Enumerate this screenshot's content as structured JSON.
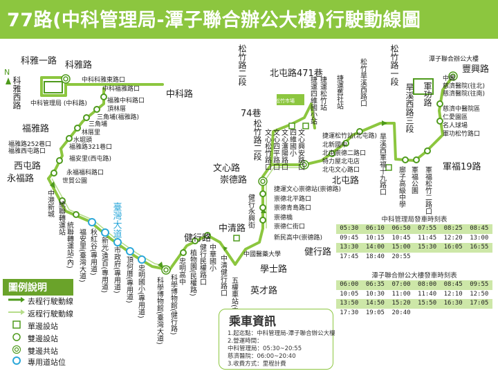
{
  "header": {
    "title": "77路(中科管理局-潭子聯合辦公大樓)行駛動線圖"
  },
  "compass": "N",
  "roads": {
    "keya_1": "科雅一路",
    "keya_road": "科雅路",
    "keya_west": "科雅西路",
    "zhongke": "中科路",
    "fuya": "福雅路",
    "xitun": "西屯路",
    "yongfu": "永福路",
    "taiwan_blvd": "臺灣大道",
    "zhongqing": "中清路",
    "jianxing": "健行路",
    "xueshi": "學士路",
    "yingcai": "英才路",
    "wenxin": "文心路",
    "chongde": "崇德路",
    "beitun": "北屯路",
    "beitun471": "北屯路471巷",
    "songzhu_2a": "松竹路二段",
    "lane74": "74巷",
    "songzhu_2b": "松竹路二段",
    "songzhu_1": "松竹路一段",
    "hanxi_3": "旱溪西路三段",
    "jungong": "軍功路",
    "fengxing": "豐興路",
    "junfu19": "軍福19路",
    "jianxing2": "健行路",
    "songzhu_market": "松竹市場"
  },
  "stops": {
    "s01": "中科管理局\n(中科路)",
    "s02": "中科科雅東路口",
    "s03": "中科福雅路口",
    "s04": "福雅中科路口",
    "s05": "頂林厝",
    "s06": "三角埔(福雅路)",
    "s07": "三角埔",
    "s08": "林厝里",
    "s09": "水堀頭",
    "s10": "福雅路252巷口",
    "s11": "福雅路321巷口",
    "s12": "福雅西屯路口",
    "s13": "福安里(西屯路)",
    "s14": "永福福科路口",
    "s15": "世貿公園",
    "s16": "中港新城",
    "s17": "統聯轉運站",
    "s18": "統聯轉運站(內)",
    "s19": "福安里(臺灣大道)",
    "s20": "秋紅谷(專用道)",
    "s21": "新光/遠百(專用道)",
    "s22": "市政府(專用道)",
    "s23": "頂何厝(專用道)",
    "s24": "忠明國小(專用道)",
    "s25": "科學博物館(臺灣大道)",
    "s26": "科學博物館(健行路)",
    "s27": "忠明高中",
    "s28": "植物園(民權路)",
    "s29": "健行民權路口",
    "s30": "中華國小",
    "s31": "中清健行路口",
    "s32": "中國醫藥大學",
    "s33": "五權車站(中清路)",
    "s34": "新民高中(崇德路)",
    "s35": "崇德仁街口",
    "s36": "崇德橋",
    "s37": "崇德青島路口",
    "s38": "崇德北平路口",
    "s39": "捷運文心崇德站(崇德路)",
    "s40": "健行永興街",
    "s41": "北屯文心路口",
    "s42": "特力屋北屯店",
    "s43": "北屯崇德二路口",
    "s44": "北新國中",
    "s45": "捷運松竹站(北屯路)",
    "s46": "文心松竹路口",
    "s47": "文心四平路口",
    "s48": "文心瀋陽路口",
    "s49": "四維國小",
    "s50": "文心興安路口",
    "s51": "捷運四維國小站",
    "s52": "捷運舊社站",
    "s53": "松竹旱溪西路口",
    "s54": "旱溪西軍福十九路口",
    "s55": "廍子高級中學",
    "s56": "軍福公園",
    "s57": "軍福松竹二路口",
    "s58": "軍功松竹路口",
    "s59": "仁愛園區",
    "s60": "名人球場",
    "s61": "慈濟中醫院區",
    "s62": "慈濟醫院(往北)",
    "s63": "慈濟醫院(往南)",
    "s64": "中興",
    "s65": "潭子聯合辦公大樓",
    "s66": "捷運松竹站(北屯路)",
    "s67": "松竹市場",
    "s68": "捷運松竹站"
  },
  "timetable_a": {
    "title": "中科管理局發車時刻表",
    "rows": [
      [
        "05:30",
        "06:10",
        "06:50",
        "07:55",
        "08:25",
        "08:45"
      ],
      [
        "09:45",
        "10:15",
        "10:45",
        "11:45",
        "12:20",
        "13:00"
      ],
      [
        "13:30",
        "14:00",
        "15:00",
        "15:30",
        "16:05",
        "16:55"
      ],
      [
        "17:45",
        "18:40",
        "20:55",
        "",
        "",
        ""
      ]
    ]
  },
  "timetable_b": {
    "title": "潭子聯合辦公大樓發車時刻表",
    "rows": [
      [
        "06:00",
        "06:35",
        "07:00",
        "08:00",
        "08:45",
        "09:55"
      ],
      [
        "10:05",
        "10:30",
        "11:00",
        "11:40",
        "12:10",
        "12:50"
      ],
      [
        "13:50",
        "14:50",
        "15:20",
        "15:50",
        "16:30",
        "17:05"
      ],
      [
        "17:30",
        "19:05",
        "20:40",
        "",
        "",
        ""
      ]
    ]
  },
  "legend": {
    "title": "圖例說明",
    "items": [
      {
        "label": "去程行駛動線",
        "kind": "arrow-green"
      },
      {
        "label": "返程行駛動線",
        "kind": "arrow-light"
      },
      {
        "label": "單邊設站",
        "kind": "square"
      },
      {
        "label": "雙邊設站",
        "kind": "circle"
      },
      {
        "label": "雙邊共站",
        "kind": "double-circle"
      },
      {
        "label": "專用道站位",
        "kind": "blue-circle"
      }
    ]
  },
  "info": {
    "title": "乘車資訊",
    "lines": [
      "1.起迄點：中科管理局-潭子聯合辦公大樓",
      "2.營運時間：",
      "   中科管理局：05:30~20:55",
      "   慈濟醫院：06:00~20:40",
      "3.收費方式：里程計費"
    ]
  },
  "colors": {
    "route_green": "#8cc63f",
    "route_dark": "#4e9a1c",
    "dedicated_blue": "#2aa7d9",
    "stop_fill": "#ffffff"
  }
}
